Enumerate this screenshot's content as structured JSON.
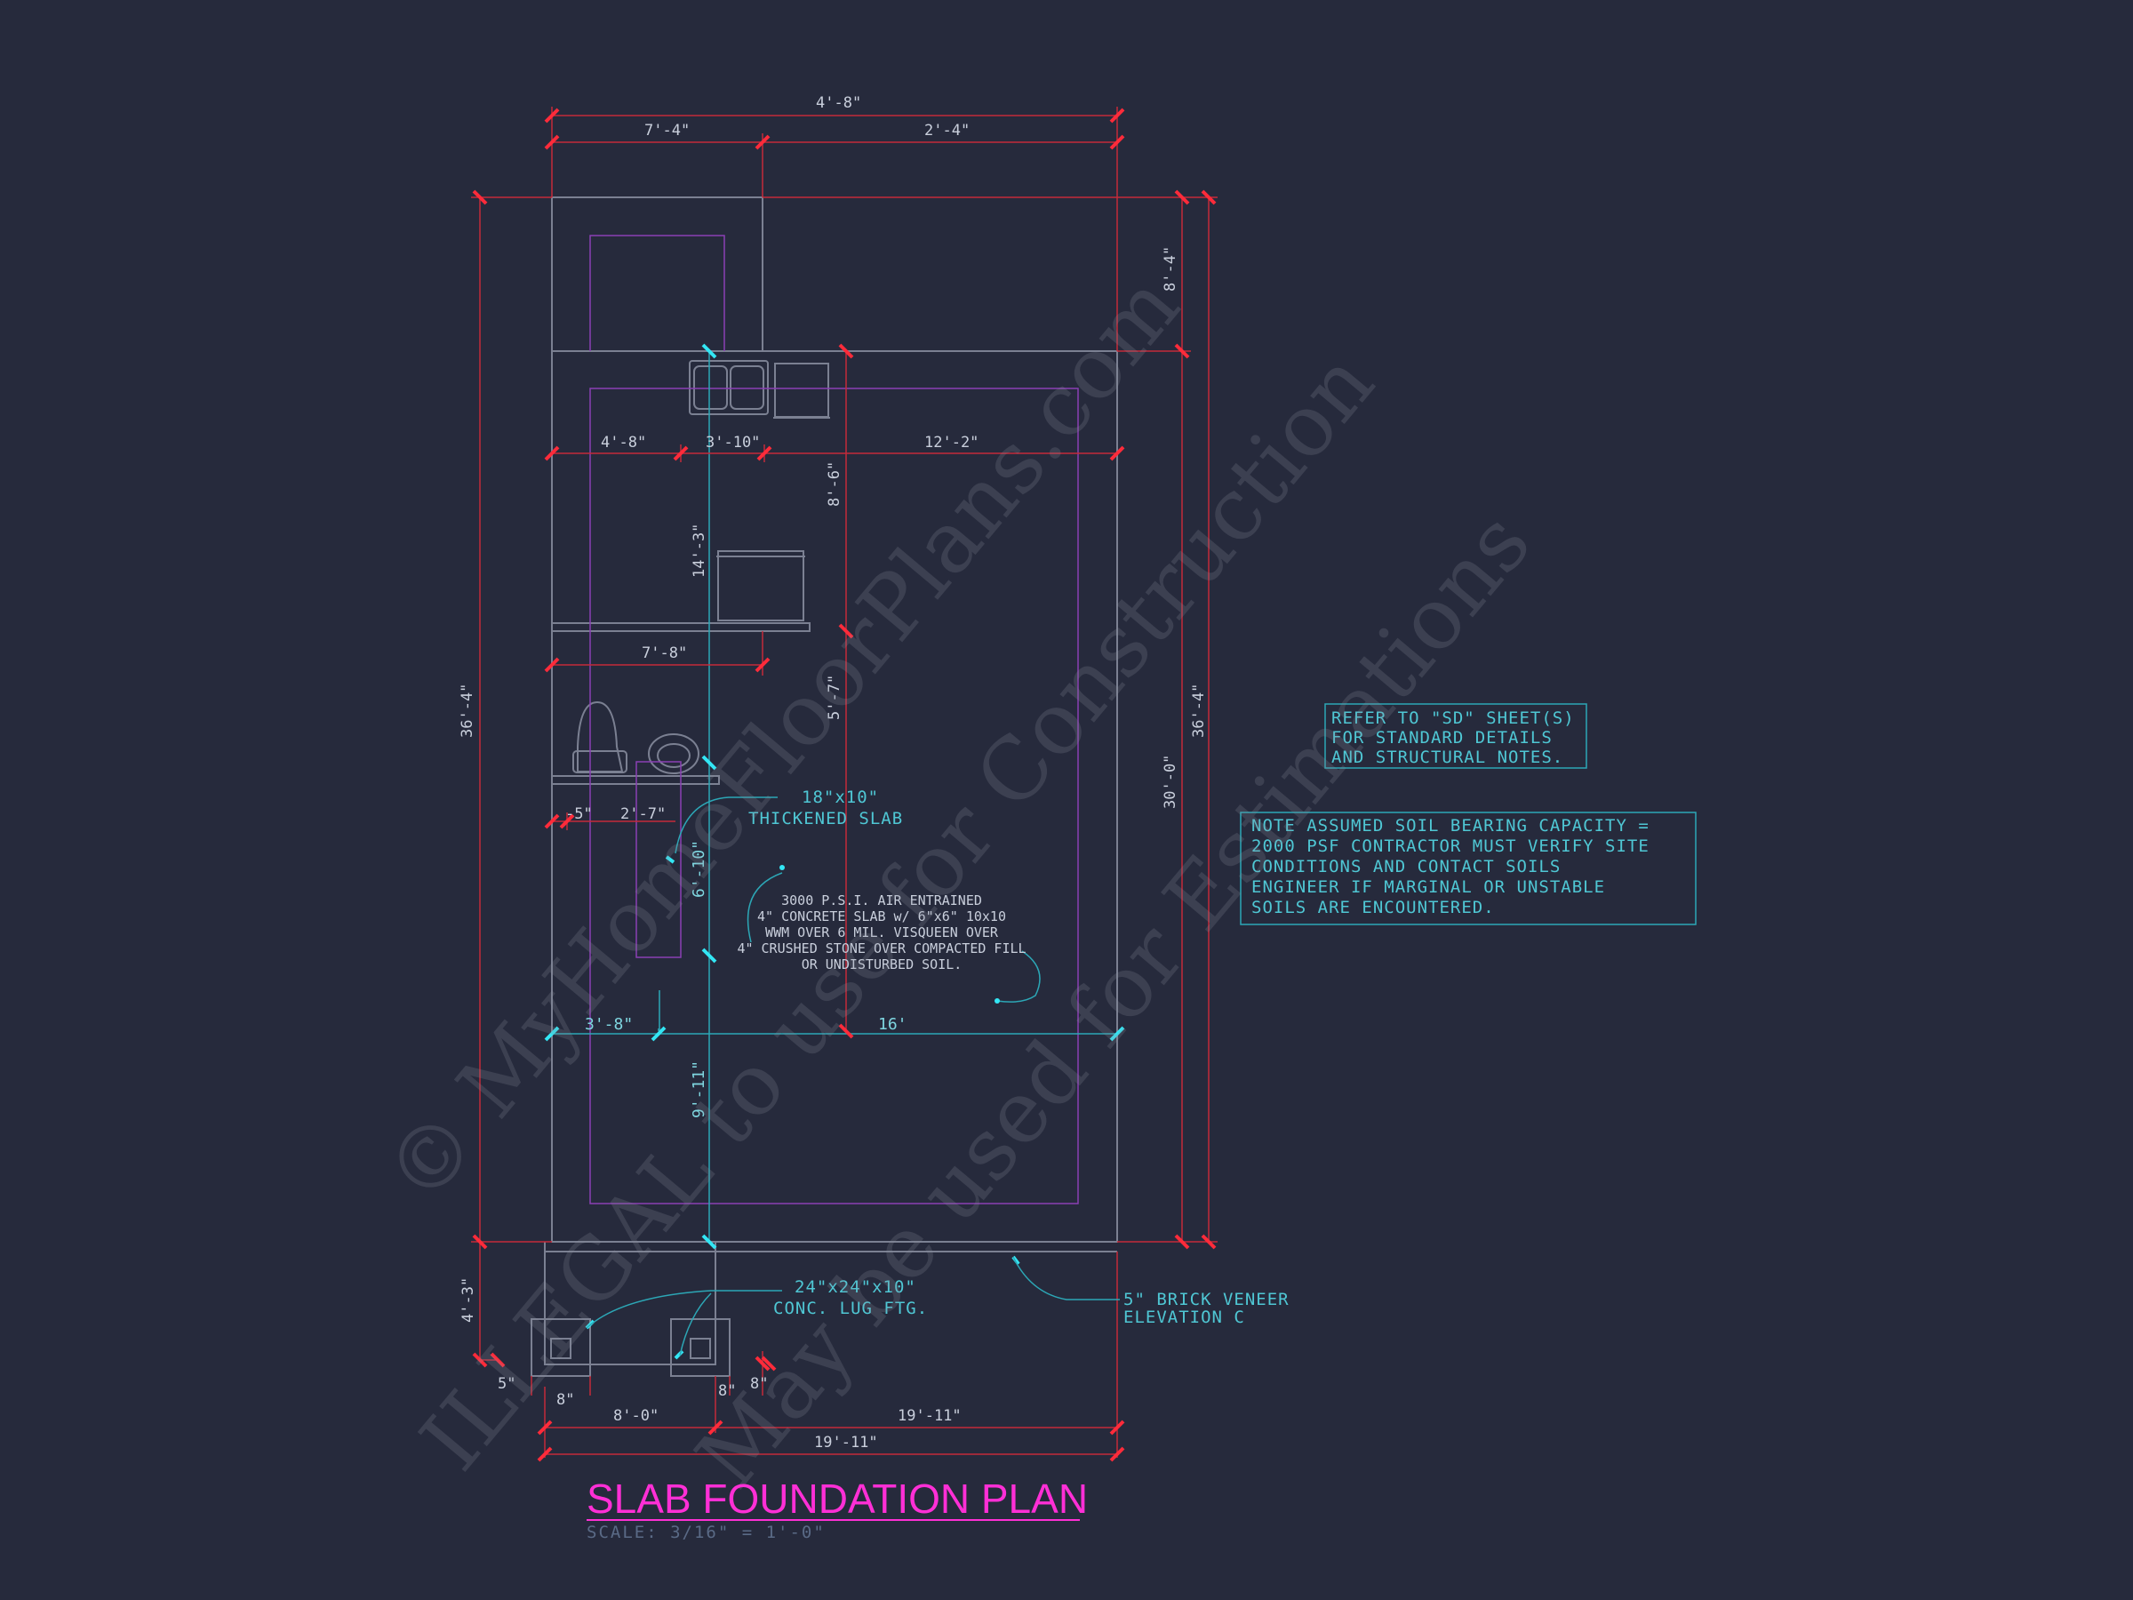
{
  "title": "SLAB FOUNDATION PLAN",
  "scale": "SCALE: 3/16\" = 1'-0\"",
  "watermark": {
    "line1": "© MyHomeFloorPlans.com",
    "line2": "ILLEGAL to use for Construction",
    "line3": "May be used for Estimations"
  },
  "notes": {
    "refer": [
      "REFER TO \"SD\" SHEET(S)",
      "FOR STANDARD DETAILS",
      "AND STRUCTURAL NOTES."
    ],
    "soil": [
      "NOTE ASSUMED SOIL BEARING CAPACITY =",
      "2000 PSF CONTRACTOR MUST VERIFY SITE",
      "CONDITIONS AND CONTACT SOILS",
      "ENGINEER IF MARGINAL OR UNSTABLE",
      "SOILS ARE ENCOUNTERED."
    ],
    "thickened": [
      "18\"x10\"",
      "THICKENED SLAB"
    ],
    "slab": [
      "3000 P.S.I. AIR ENTRAINED",
      "4\" CONCRETE SLAB w/ 6\"x6\" 10x10",
      "WWM OVER 6 MIL. VISQUEEN OVER",
      "4\" CRUSHED STONE OVER COMPACTED FILL",
      "OR UNDISTURBED SOIL."
    ],
    "lug": [
      "24\"x24\"x10\"",
      "CONC. LUG FTG."
    ],
    "brick": [
      "5\" BRICK VENEER",
      "ELEVATION C"
    ]
  },
  "dimensions": {
    "top_overall": "4'-8\"",
    "top_left": "7'-4\"",
    "top_right": "2'-4\"",
    "row2_a": "4'-8\"",
    "row2_b": "3'-10\"",
    "row2_c": "12'-2\"",
    "v_886": "8'-6\"",
    "v_1432": "14'-3\"",
    "d_78": "7'-8\"",
    "v_57": "5'-7\"",
    "d_5": "-5\"",
    "d_27": "2'-7\"",
    "v_610": "6'-10\"",
    "d_38": "3'-8\"",
    "d_16": "16'",
    "v_911": "9'-11\"",
    "left_total": "36'-4\"",
    "right_total": "36'-4\"",
    "right_upper": "8'-4\"",
    "right_mid": "30'-0\"",
    "v_43": "4'-3\"",
    "d_5b": "5\"",
    "d_8a": "8\"",
    "d_8b": "8\"",
    "d_8c": "8\"",
    "bot_left": "8'-0\"",
    "bot_right": "19'-11\"",
    "bot_total": "19'-11\""
  }
}
